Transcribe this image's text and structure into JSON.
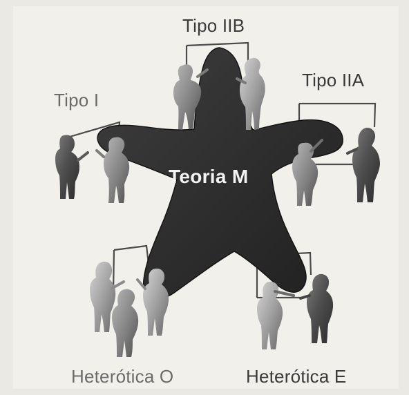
{
  "diagram": {
    "center": "Teoria M",
    "theories": {
      "tipo_iib": "Tipo IIB",
      "tipo_i": "Tipo I",
      "tipo_iia": "Tipo IIA",
      "heterotica_o": "Heterótica O",
      "heterotica_e": "Heterótica E"
    }
  }
}
